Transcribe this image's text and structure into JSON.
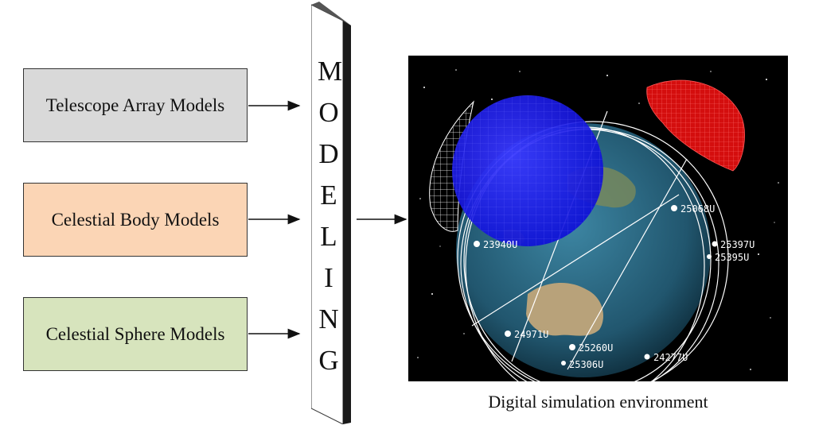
{
  "models": {
    "telescope": {
      "label": "Telescope Array Models",
      "fill": "#d9d9d9"
    },
    "celestial_body": {
      "label": "Celestial Body Models",
      "fill": "#fbd5b5"
    },
    "celestial_sphere": {
      "label": "Celestial Sphere Models",
      "fill": "#d7e4bd"
    }
  },
  "modeling": {
    "letters": [
      "M",
      "O",
      "D",
      "E",
      "L",
      "I",
      "N",
      "G"
    ]
  },
  "simulation": {
    "caption": "Digital simulation environment",
    "satellites": [
      "25068U",
      "23940U",
      "25397U",
      "25395U",
      "24971U",
      "25260U",
      "24277U",
      "25306U"
    ]
  },
  "colors": {
    "space": "#000000",
    "sensor_blue": "#1a1aff",
    "sensor_red": "#e01010",
    "sensor_white": "#ffffff",
    "ocean": "#2c6e8a",
    "land": "#b8a27a"
  }
}
